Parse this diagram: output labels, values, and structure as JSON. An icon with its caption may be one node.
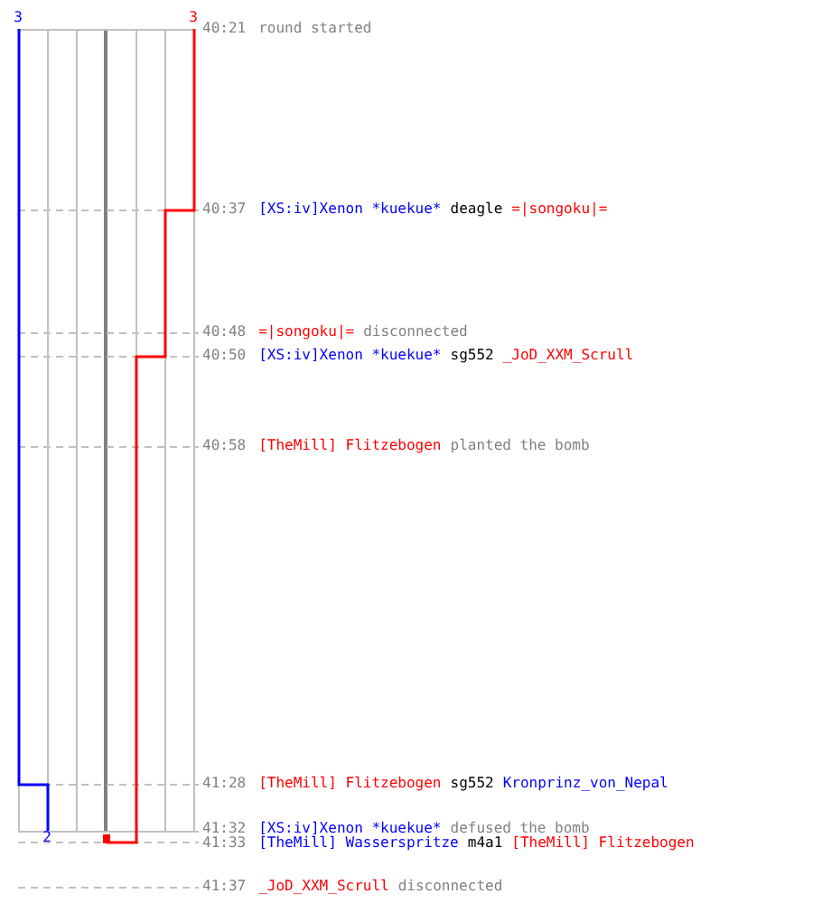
{
  "diagram": {
    "labels": [
      "3",
      "3",
      "40:21",
      "round started",
      "40:37",
      "[XS:iv]Xenon *kuekue*",
      "deagle",
      "=|songoku|=",
      "40:48",
      "=|songoku|=",
      "disconnected",
      "40:50",
      "[XS:iv]Xenon *kuekue*",
      "sg552",
      "_JoD_XXM_Scrull",
      "40:58",
      "[TheMill] Flitzebogen",
      "planted the bomb",
      "41:28",
      "[TheMill] Flitzebogen",
      "sg552",
      "Kronprinz_von_Nepal",
      "41:32",
      "[XS:iv]Xenon *kuekue*",
      "defused the bomb",
      "2",
      "41:33",
      "[TheMill] Wasserspritze",
      "m4a1",
      "[TheMill] Flitzebogen",
      "41:37",
      "_JoD_XXM_Scrull",
      "disconnected"
    ]
  }
}
